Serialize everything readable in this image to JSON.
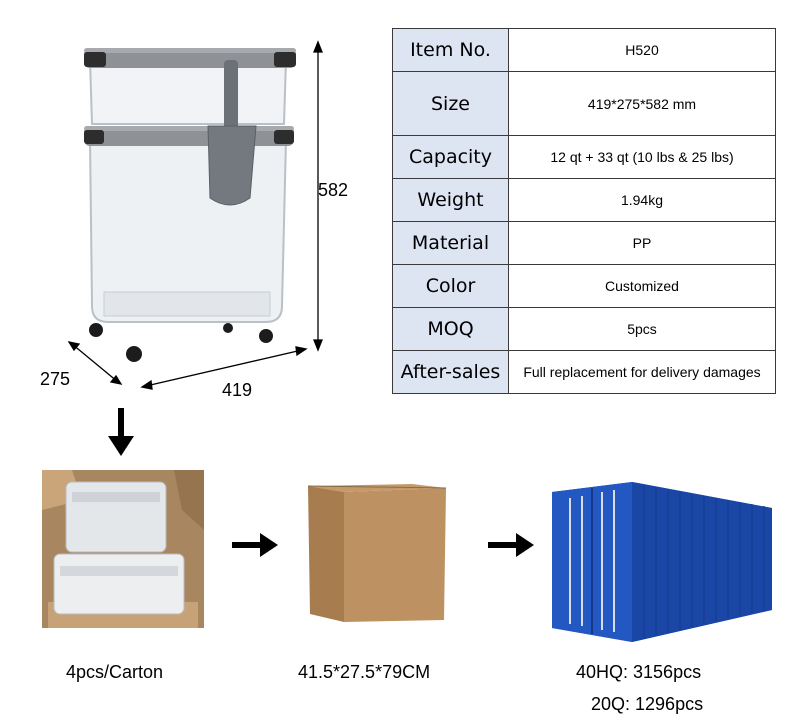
{
  "dimensions": {
    "height": "582",
    "depth": "275",
    "width": "419"
  },
  "specs": [
    {
      "label": "Item No.",
      "value": "H520"
    },
    {
      "label": "Size",
      "value": "419*275*582 mm"
    },
    {
      "label": "Capacity",
      "value": "12 qt + 33 qt  (10 lbs & 25 lbs)"
    },
    {
      "label": "Weight",
      "value": "1.94kg"
    },
    {
      "label": "Material",
      "value": "PP"
    },
    {
      "label": "Color",
      "value": "Customized"
    },
    {
      "label": "MOQ",
      "value": "5pcs"
    },
    {
      "label": "After-sales",
      "value": "Full replacement for delivery damages"
    }
  ],
  "packing": {
    "per_carton": "4pcs/Carton",
    "carton_size": "41.5*27.5*79CM",
    "container_40hq": "40HQ: 3156pcs",
    "container_20q": "20Q: 1296pcs"
  },
  "colors": {
    "label_bg": "#dde5f3",
    "lid_gray": "#8e9297",
    "carton_brown": "#b5875a",
    "container_blue": "#1e4fb4"
  }
}
